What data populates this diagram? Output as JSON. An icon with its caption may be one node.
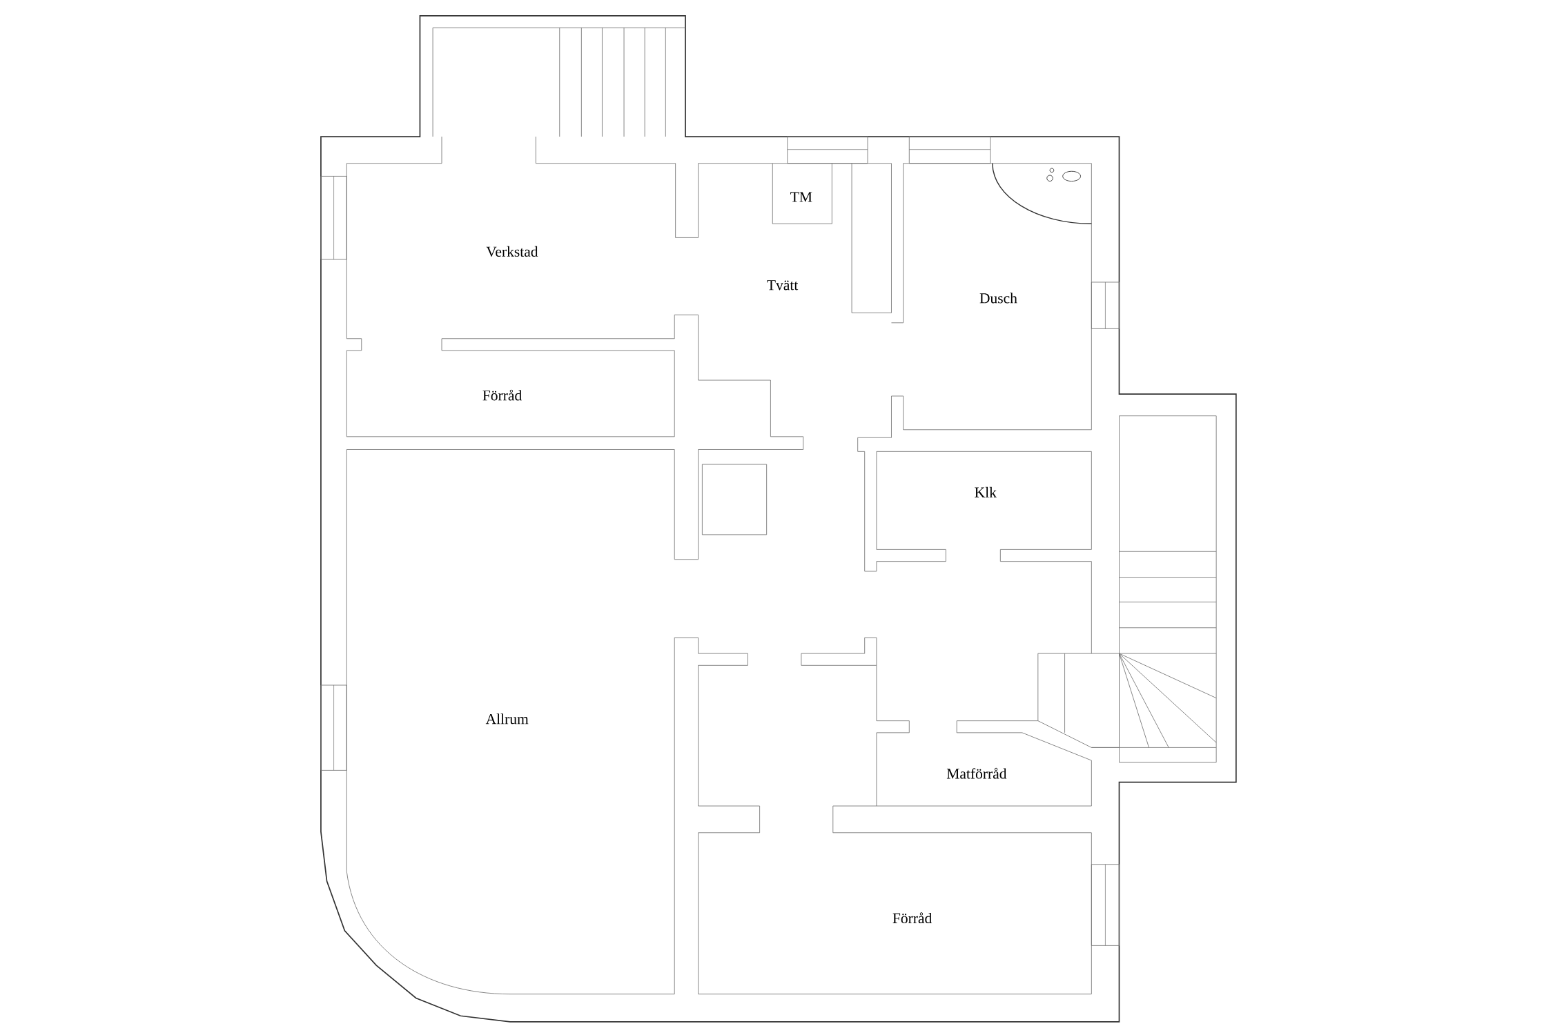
{
  "diagram": {
    "labels": [
      "Verkstad",
      "TM",
      "Tvätt",
      "Dusch",
      "Förråd",
      "Klk",
      "Allrum",
      "Matförråd",
      "Förråd"
    ]
  }
}
